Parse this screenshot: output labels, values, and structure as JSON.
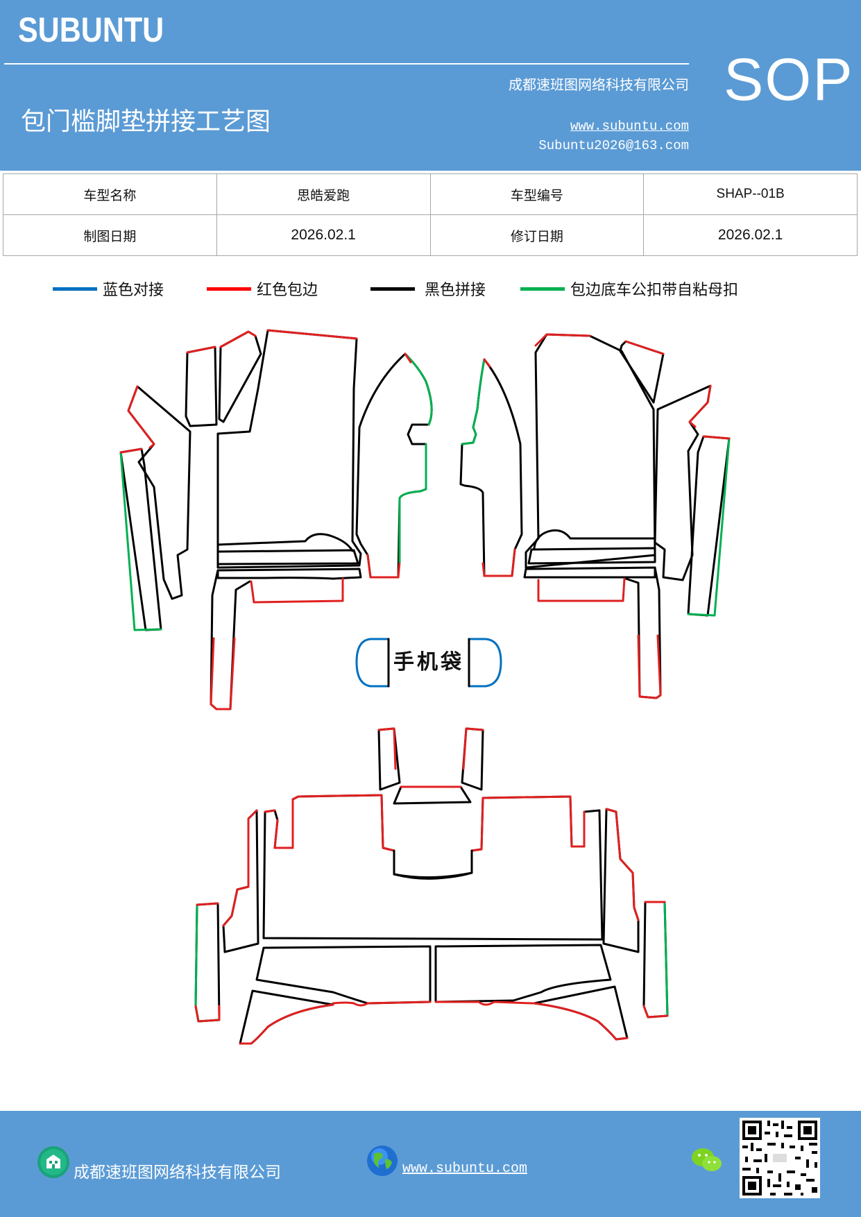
{
  "header": {
    "logo": "SUBUNTU",
    "doc_title": "包门槛脚垫拼接工艺图",
    "company": "成都速班图网络科技有限公司",
    "website": "www.subuntu.com",
    "email": "Subuntu2026@163.com",
    "sop": "SOP"
  },
  "info_table": {
    "rows": [
      {
        "label1": "车型名称",
        "value1": "思皓爱跑",
        "label2": "车型编号",
        "value2": "SHAP--01B"
      },
      {
        "label1": "制图日期",
        "value1": "2026.02.1",
        "label2": "修订日期",
        "value2": "2026.02.1"
      }
    ]
  },
  "legend": {
    "items": [
      {
        "label": "蓝色对接",
        "color": "#0070c0"
      },
      {
        "label": "红色包边",
        "color": "#ff0000"
      },
      {
        "label": "黑色拼接",
        "color": "#000000"
      },
      {
        "label": "包边底车公扣带自粘母扣",
        "color": "#00b050"
      }
    ]
  },
  "drawing": {
    "phone_bag_label": "手机袋"
  },
  "footer": {
    "company": "成都速班图网络科技有限公司",
    "website": "www.subuntu.com",
    "icons": [
      "building-icon",
      "globe-icon",
      "wechat-icon",
      "qr-code"
    ]
  }
}
